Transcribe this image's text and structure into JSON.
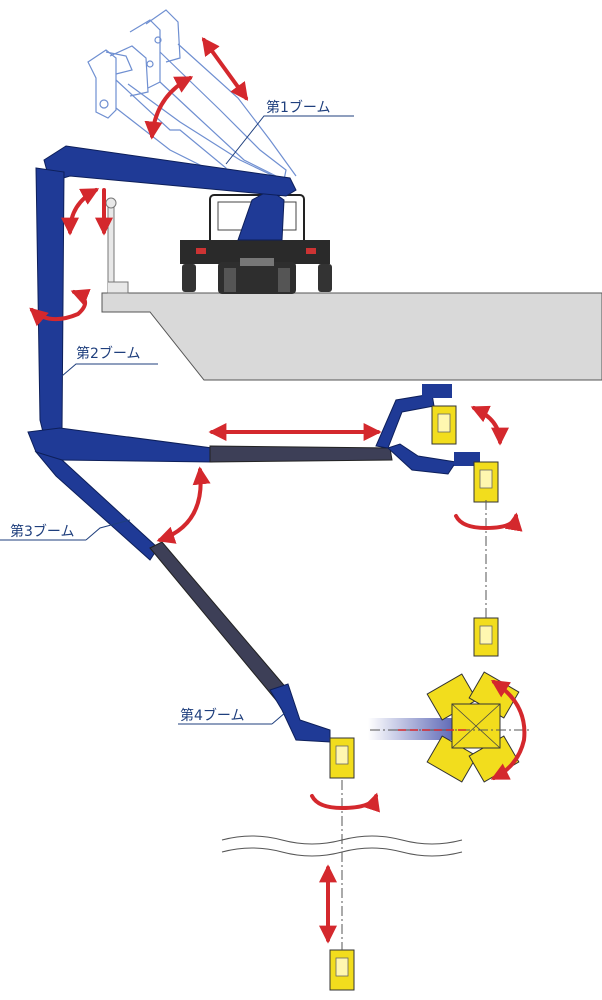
{
  "labels": {
    "boom1": "第1ブーム",
    "boom2": "第2ブーム",
    "boom3": "第3ブーム",
    "boom4": "第4ブーム"
  },
  "colors": {
    "boom_blue": "#1f3a96",
    "boom_dark": "#3d3f57",
    "arrow_red": "#d4282d",
    "basket_yellow": "#f2dd1d",
    "bridge_gray": "#d9d9d9",
    "ghost_line": "#6f8fd1",
    "label_text": "#1f3f7d"
  }
}
